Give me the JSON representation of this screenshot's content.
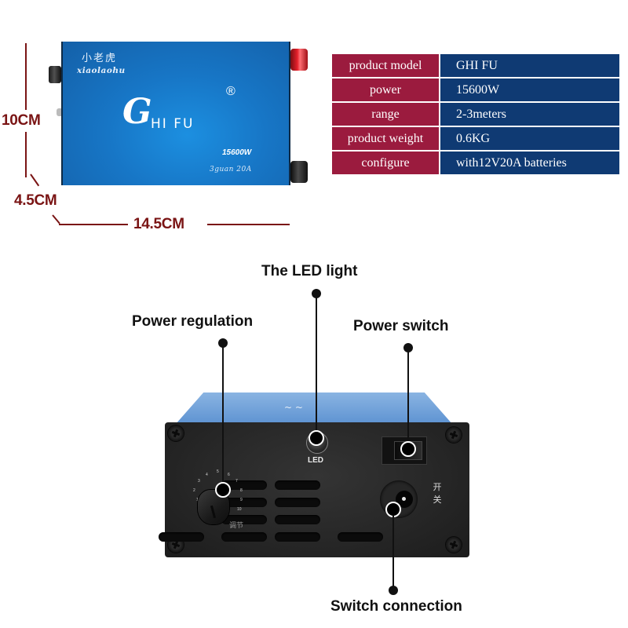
{
  "dimensions": {
    "height": "10CM",
    "depth": "4.5CM",
    "width": "14.5CM"
  },
  "device_top": {
    "brand_cn": "小老虎",
    "brand_pinyin": "xiaolaohu",
    "logo_initial": "G",
    "logo_rest": "HI FU",
    "registered_mark": "®",
    "power_label": "15600W",
    "model_label": "3guan 20A"
  },
  "spec_table": {
    "rows": [
      {
        "key": "product model",
        "value": "GHI FU"
      },
      {
        "key": "power",
        "value": "15600W"
      },
      {
        "key": "range",
        "value": "2-3meters"
      },
      {
        "key": "product weight",
        "value": "0.6KG"
      },
      {
        "key": "configure",
        "value": "with12V20A batteries"
      }
    ]
  },
  "callouts": {
    "led_light": "The LED light",
    "power_regulation": "Power regulation",
    "power_switch": "Power switch",
    "switch_connection": "Switch connection"
  },
  "front_panel": {
    "led_label": "LED",
    "switch_symbols": "–○",
    "switch_cn_label_1": "开",
    "switch_cn_label_2": "关",
    "knob_caption": "调节",
    "knob_scale": [
      "1",
      "2",
      "3",
      "4",
      "5",
      "6",
      "7",
      "8",
      "9",
      "10"
    ]
  },
  "colors": {
    "dimension_red": "#7a1414",
    "table_key_bg": "#9b1b3e",
    "table_value_bg": "#0f3a73",
    "device_blue": "#1776c6"
  }
}
